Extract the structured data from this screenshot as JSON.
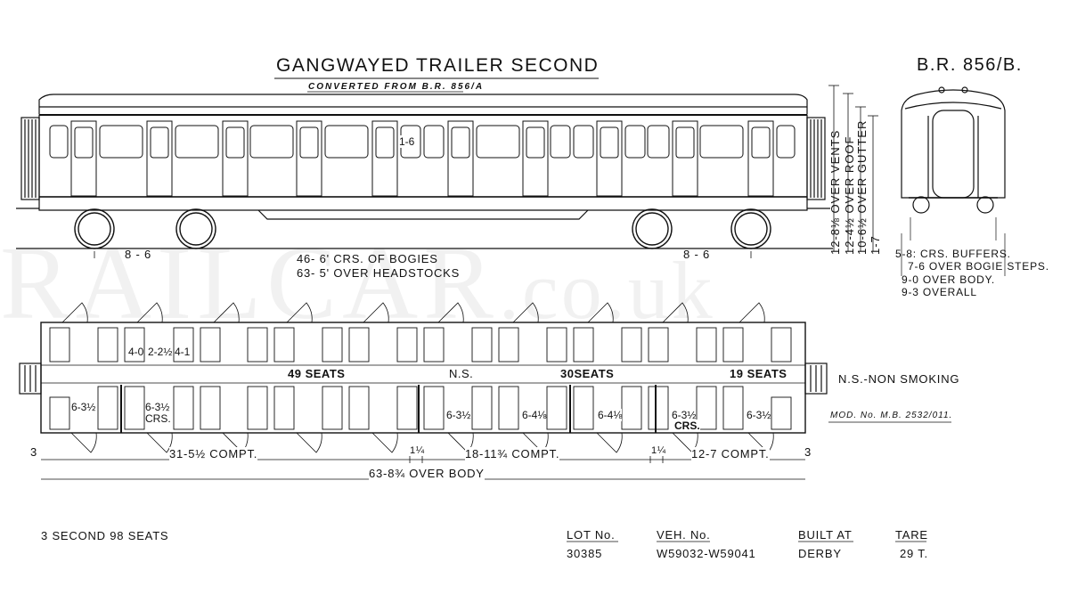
{
  "drawing": {
    "title": "GANGWAYED TRAILER SECOND",
    "diagram_ref": "B.R. 856/B.",
    "converted_from": "CONVERTED FROM B.R. 856/A",
    "watermark": "RAILCAR",
    "watermark_suffix": ".co.uk"
  },
  "elevation": {
    "door_label": "1-6",
    "bogie_offset_left": "8 - 6",
    "bogie_offset_right": "8 - 6",
    "bogie_centres": "46- 6' CRS. OF BOGIES",
    "over_headstocks": "63- 5' OVER HEADSTOCKS"
  },
  "heights": {
    "over_vents": "12-8⅛ OVER VENTS",
    "over_roof": "12-4½ OVER ROOF",
    "over_gutter": "10-6½ OVER GUTTER",
    "height_4": "1-7"
  },
  "end_view": {
    "buffers": "5-8: CRS. BUFFERS.",
    "bogie_steps": "7-6 OVER BOGIE STEPS.",
    "over_body": "9-0 OVER BODY.",
    "overall": "9-3 OVERALL"
  },
  "plan": {
    "seats_first": "49 SEATS",
    "ns": "N.S.",
    "seats_second": "30SEATS",
    "seats_third": "19 SEATS",
    "legend_ns": "N.S.-NON SMOKING",
    "mod_no": "MOD. No. M.B. 2532/011.",
    "upper_dims": [
      "4-0",
      "2-2½",
      "4-1"
    ],
    "compt_dims": [
      "6-3½",
      "6-3½",
      "6-3½",
      "6-4⅛",
      "6-4⅛",
      "6-3½",
      "6-3½"
    ],
    "crs": "CRS.",
    "crs2": "CRS.",
    "end_left": "3",
    "end_right": "3",
    "compt_a": "31-5½ COMPT.",
    "gap_a": "1¼",
    "compt_b": "18-11¾ COMPT.",
    "gap_b": "1¼",
    "compt_c": "12-7 COMPT.",
    "over_body": "63-8¾ OVER BODY"
  },
  "footer": {
    "capacity": "3 SECOND 98 SEATS",
    "headers": {
      "lot": "LOT No.",
      "veh": "VEH. No.",
      "built": "BUILT AT",
      "tare": "TARE"
    },
    "values": {
      "lot": "30385",
      "veh": "W59032-W59041",
      "built": "DERBY",
      "tare": "29 T."
    }
  },
  "colors": {
    "ink": "#111111",
    "paper": "#ffffff",
    "watermark": "#e6e6e6"
  }
}
